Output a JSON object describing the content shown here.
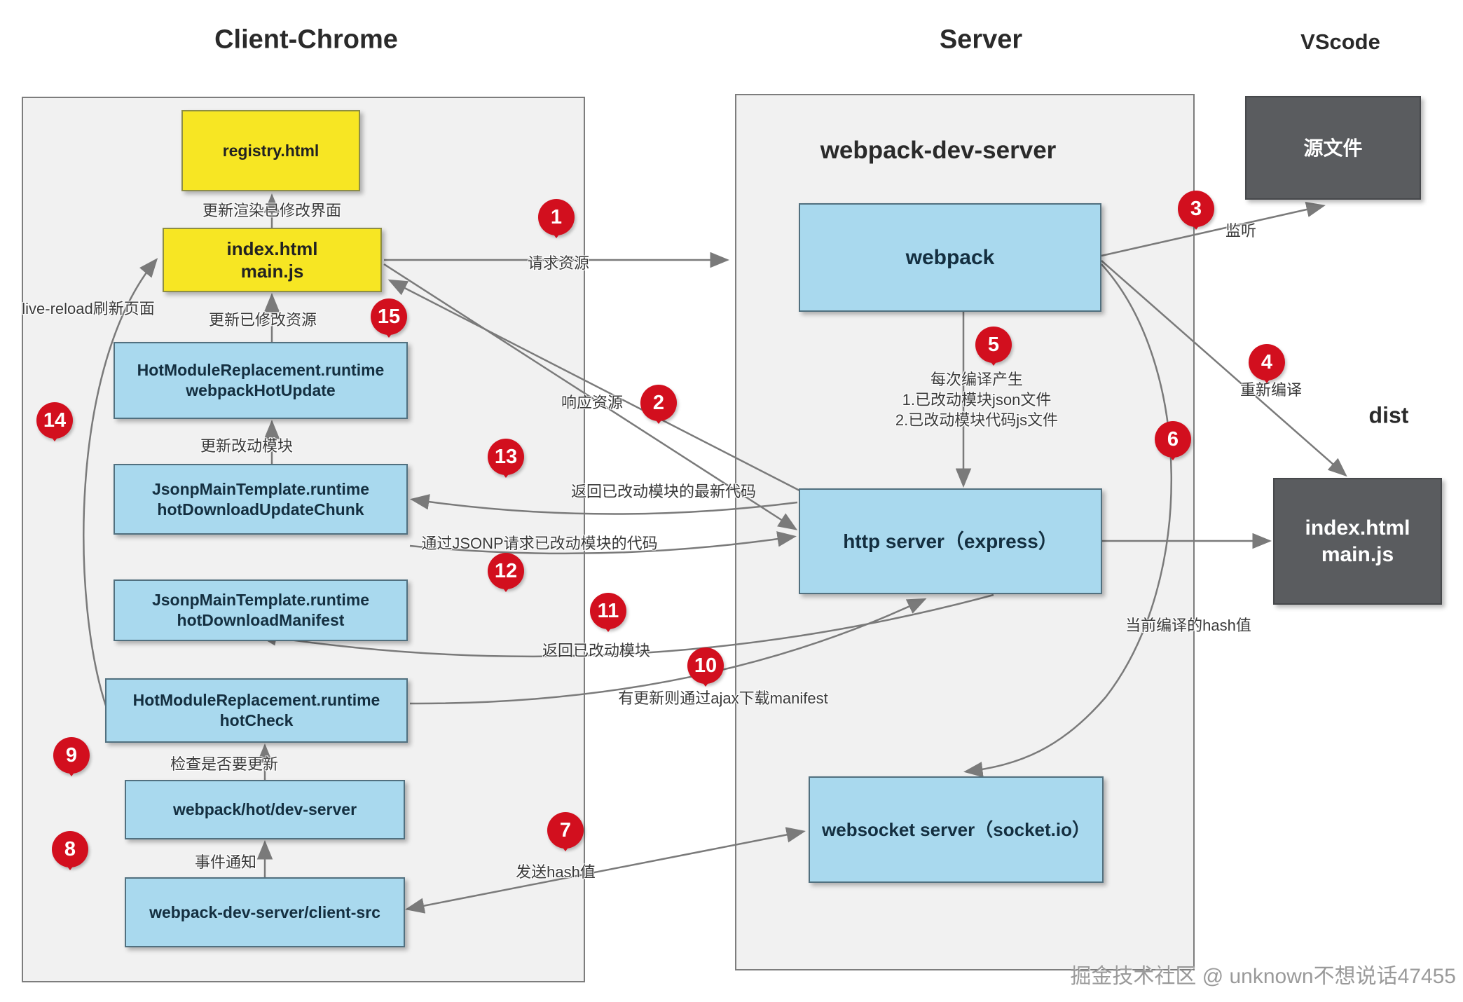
{
  "titles": {
    "client": "Client-Chrome",
    "server": "Server",
    "vscode": "VScode",
    "webpack_dev_server": "webpack-dev-server",
    "dist": "dist"
  },
  "boxes": {
    "registry": {
      "l1": "registry.html"
    },
    "index_client": {
      "l1": "index.html",
      "l2": "main.js"
    },
    "hmr_update": {
      "l1": "HotModuleReplacement.runtime",
      "l2": "webpackHotUpdate"
    },
    "chunk": {
      "l1": "JsonpMainTemplate.runtime",
      "l2": "hotDownloadUpdateChunk"
    },
    "manifest": {
      "l1": "JsonpMainTemplate.runtime",
      "l2": "hotDownloadManifest"
    },
    "hotcheck": {
      "l1": "HotModuleReplacement.runtime",
      "l2": "hotCheck"
    },
    "devserver": {
      "l1": "webpack/hot/dev-server"
    },
    "clientsrc": {
      "l1": "webpack-dev-server/client-src"
    },
    "webpack": {
      "l1": "webpack"
    },
    "http": {
      "l1": "http server（express）"
    },
    "websocket": {
      "l1": "websocket server（socket.io）"
    },
    "srcfile": {
      "l1": "源文件"
    },
    "dist_files": {
      "l1": "index.html",
      "l2": "main.js"
    }
  },
  "labels": {
    "update_render": "更新渲染已修改界面",
    "update_resource": "更新已修改资源",
    "live_reload": "live-reload刷新页面",
    "update_module": "更新改动模块",
    "check_update": "检查是否要更新",
    "event_notify": "事件通知",
    "request_resource": "请求资源",
    "response_resource": "响应资源",
    "return_latest_code": "返回已改动模块的最新代码",
    "jsonp_request": "通过JSONP请求已改动模块的代码",
    "return_changed_module": "返回已改动模块",
    "ajax_manifest": "有更新则通过ajax下载manifest",
    "send_hash": "发送hash值",
    "listen": "监听",
    "recompile": "重新编译",
    "current_hash": "当前编译的hash值",
    "compile_gen_1": "每次编译产生",
    "compile_gen_2": "1.已改动模块json文件",
    "compile_gen_3": "2.已改动模块代码js文件"
  },
  "badges": [
    "1",
    "2",
    "3",
    "4",
    "5",
    "6",
    "7",
    "8",
    "9",
    "10",
    "11",
    "12",
    "13",
    "14",
    "15"
  ],
  "footer": "掘金技术社区 @ unknown不想说话47455",
  "colors": {
    "yellow_box": "#f7e623",
    "blue_box": "#a9d9ee",
    "dark_box": "#5a5c5f",
    "badge_red": "#d20f1e",
    "arrow": "#7a7a7a",
    "panel_bg": "#f1f1f1"
  }
}
